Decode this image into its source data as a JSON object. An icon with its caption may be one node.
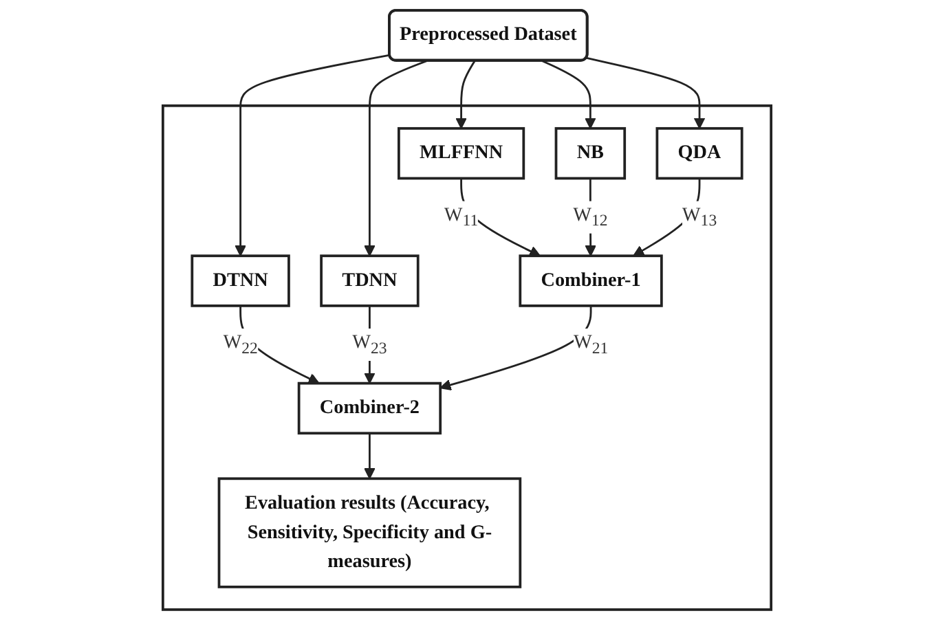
{
  "diagram": {
    "nodes": [
      {
        "text": [
          "Preprocessed Dataset"
        ]
      },
      {
        "text": [],
        "shape": "box"
      },
      {
        "text": [
          "MLFFNN"
        ],
        "in": 1
      },
      {
        "text": [
          "NB"
        ],
        "in": 1
      },
      {
        "text": [
          "QDA"
        ],
        "in": 1
      },
      {
        "text": [
          "DTNN"
        ],
        "in": 1
      },
      {
        "text": [
          "TDNN"
        ],
        "in": 1
      },
      {
        "text": [
          "Combiner-1"
        ],
        "in": 1
      },
      {
        "text": [
          "Combiner-2"
        ],
        "in": 1
      },
      {
        "text": [
          "Evaluation results (Accuracy, Sensitivity, Specificity and G-measures)"
        ],
        "in": 1
      }
    ],
    "edges": [
      {
        "from": 0,
        "to": 2,
        "arrow": "to"
      },
      {
        "from": 0,
        "to": 3,
        "arrow": "to"
      },
      {
        "from": 0,
        "to": 4,
        "arrow": "to"
      },
      {
        "from": 0,
        "to": 5,
        "arrow": "to"
      },
      {
        "from": 0,
        "to": 6,
        "arrow": "to"
      },
      {
        "from": 2,
        "to": 7,
        "arrow": "to",
        "label": "W$_{11}$"
      },
      {
        "from": 3,
        "to": 7,
        "arrow": "to",
        "label": "W$_{12}$"
      },
      {
        "from": 4,
        "to": 7,
        "arrow": "to",
        "label": "W$_{13}$"
      },
      {
        "from": 5,
        "to": 8,
        "arrow": "to",
        "label": "W$_{22}$"
      },
      {
        "from": 6,
        "to": 8,
        "arrow": "to",
        "label": "W$_{23}$"
      },
      {
        "from": 7,
        "to": 8,
        "arrow": "to",
        "label": "W$_{21}$"
      },
      {
        "from": 8,
        "to": 9,
        "arrow": "to"
      }
    ]
  }
}
